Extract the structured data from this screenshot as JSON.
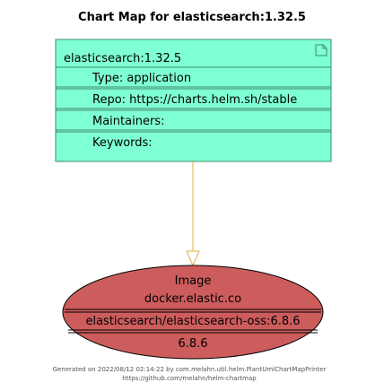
{
  "title": "Chart Map for elasticsearch:1.32.5",
  "colors": {
    "package_fill": "#7FFFD4",
    "package_stroke": "#3C8A6E",
    "image_fill": "#CD5C5C",
    "image_stroke": "#000000",
    "arrow": "#E0B040"
  },
  "package": {
    "icon": "document-icon",
    "name": "elasticsearch:1.32.5",
    "type": "Type: application",
    "repo": "Repo: https://charts.helm.sh/stable",
    "maintainers": "Maintainers:",
    "keywords": "Keywords:"
  },
  "image": {
    "header": "Image",
    "registry": "docker.elastic.co",
    "repository": "elasticsearch/elasticsearch-oss:6.8.6",
    "tag": "6.8.6"
  },
  "footer": {
    "line1": "Generated on 2022/08/12 02:14:22 by com.melahn.util.helm.PlantUmlChartMapPrinter",
    "line2": "https://github.com/melahn/helm-chartmap"
  }
}
